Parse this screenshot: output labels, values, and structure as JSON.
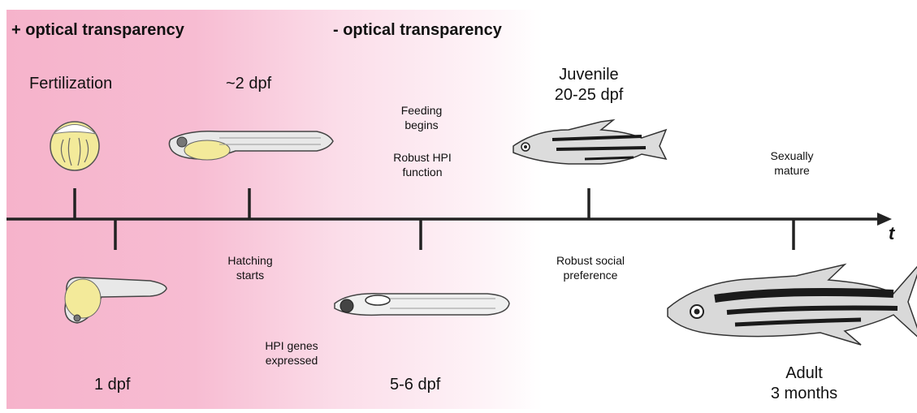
{
  "headers": {
    "plus": "+ optical transparency",
    "minus": "- optical transparency"
  },
  "axis": {
    "label": "t"
  },
  "stages_above": {
    "fertilization": "Fertilization",
    "two_dpf": "~2 dpf",
    "feeding_l1": "Feeding",
    "feeding_l2": "begins",
    "hpi_l1": "Robust HPI",
    "hpi_l2": "function",
    "juvenile_l1": "Juvenile",
    "juvenile_l2": "20-25 dpf",
    "mature_l1": "Sexually",
    "mature_l2": "mature"
  },
  "stages_below": {
    "one_dpf": "1 dpf",
    "hatching_l1": "Hatching",
    "hatching_l2": "starts",
    "hpi_genes_l1": "HPI genes",
    "hpi_genes_l2": "expressed",
    "five_six_dpf": "5-6 dpf",
    "social_l1": "Robust social",
    "social_l2": "preference",
    "adult_l1": "Adult",
    "adult_l2": "3 months"
  },
  "colors": {
    "transparency_pink": "#f6b3cb",
    "egg_yolk": "#f3ea9a",
    "axis": "#222222",
    "fish_body": "#d9d9d9",
    "fish_stripe": "#1a1a1a"
  },
  "icons": [
    "embryo-egg-icon",
    "larva-1dpf-icon",
    "larva-2dpf-icon",
    "larva-5dpf-icon",
    "juvenile-fish-icon",
    "adult-fish-icon",
    "axis-arrow-icon"
  ]
}
